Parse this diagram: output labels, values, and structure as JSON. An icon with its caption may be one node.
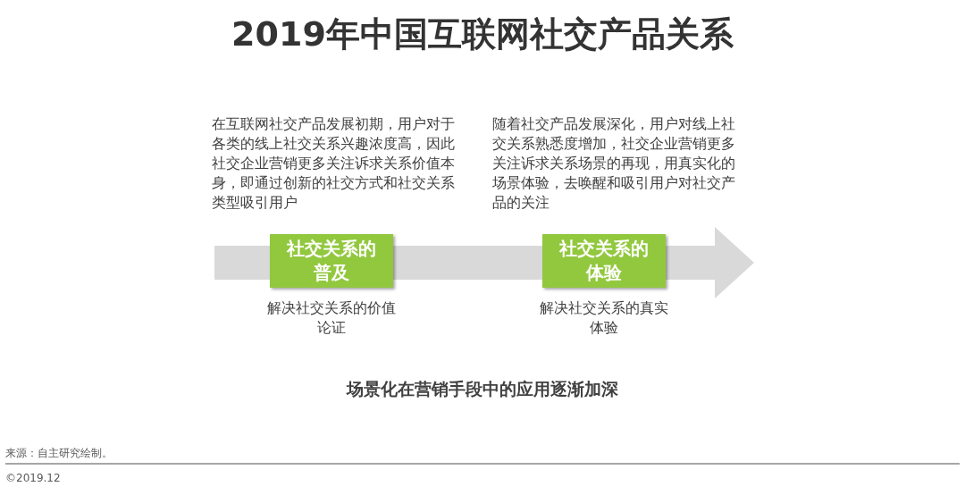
{
  "diagram": {
    "title": "2019年中国互联网社交产品关系",
    "nodes": [
      {
        "text": [
          "社交关系的普及"
        ],
        "beside": [
          "在互联网社交产品发展初期，用户对于各类的线上社交关系兴趣浓度高，因此社交企业营销更多关注诉求关系价值本身，即通过创新的社交方式和社交关系类型吸引用户",
          "解决社交关系的价值论证"
        ]
      },
      {
        "text": [
          "社交关系的体验"
        ],
        "beside": [
          "随着社交产品发展深化，用户对线上社交关系熟悉度增加，社交企业营销更多关注诉求关系场景的再现，用真实化的场景体验，去唤醒和吸引用户对社交产品的关注",
          "解决社交关系的真实体验"
        ]
      }
    ],
    "labels": [
      "场景化在营销手段中的应用逐渐加深",
      "来源：自主研究绘制。",
      "©2019.12"
    ]
  }
}
